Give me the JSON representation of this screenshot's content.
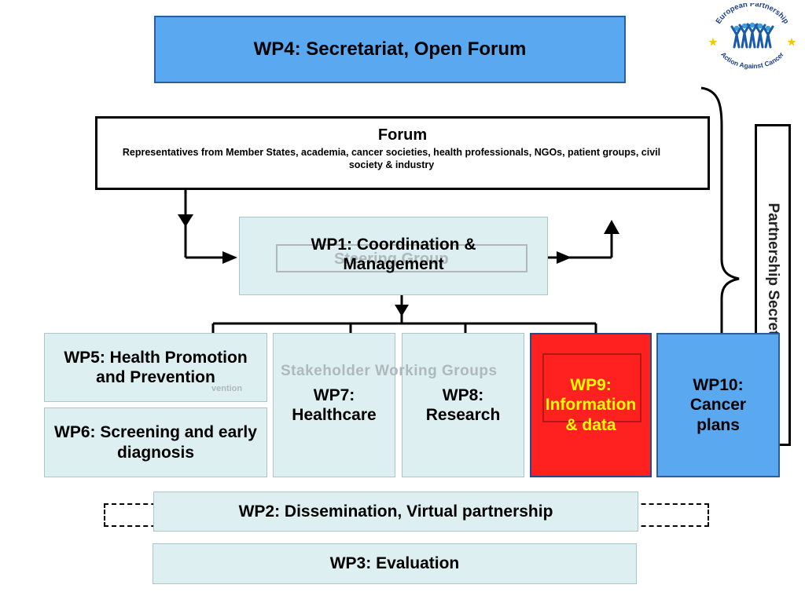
{
  "wp4": "WP4: Secretariat, Open Forum",
  "forum": {
    "title": "Forum",
    "subtitle": "Representatives from Member States, academia, cancer societies, health professionals, NGOs, patient groups, civil society & industry"
  },
  "wp1": "WP1: Coordination & Management",
  "steering_group": "Steering Group",
  "stakeholder_working_groups": "Stakeholder Working Groups",
  "wp5": "WP5: Health Promotion and Prevention",
  "wp6": "WP6: Screening and early diagnosis",
  "wp7": "WP7: Healthcare",
  "wp8": "WP8: Research",
  "wp9": "WP9: Information & data",
  "wp10": "WP10: Cancer plans",
  "wp2": "WP2: Dissemination, Virtual partnership",
  "wp3": "WP3: Evaluation",
  "partnership_secretariat": "Partnership Secretariat",
  "logo": {
    "text_top": "European Partnership",
    "text_bottom": "Action Against Cancer"
  },
  "colors": {
    "blue_box": "#5aa9f0",
    "pale_box": "#ddeff0",
    "red_box": "#ff2020",
    "wp9_text": "#ffff00"
  }
}
